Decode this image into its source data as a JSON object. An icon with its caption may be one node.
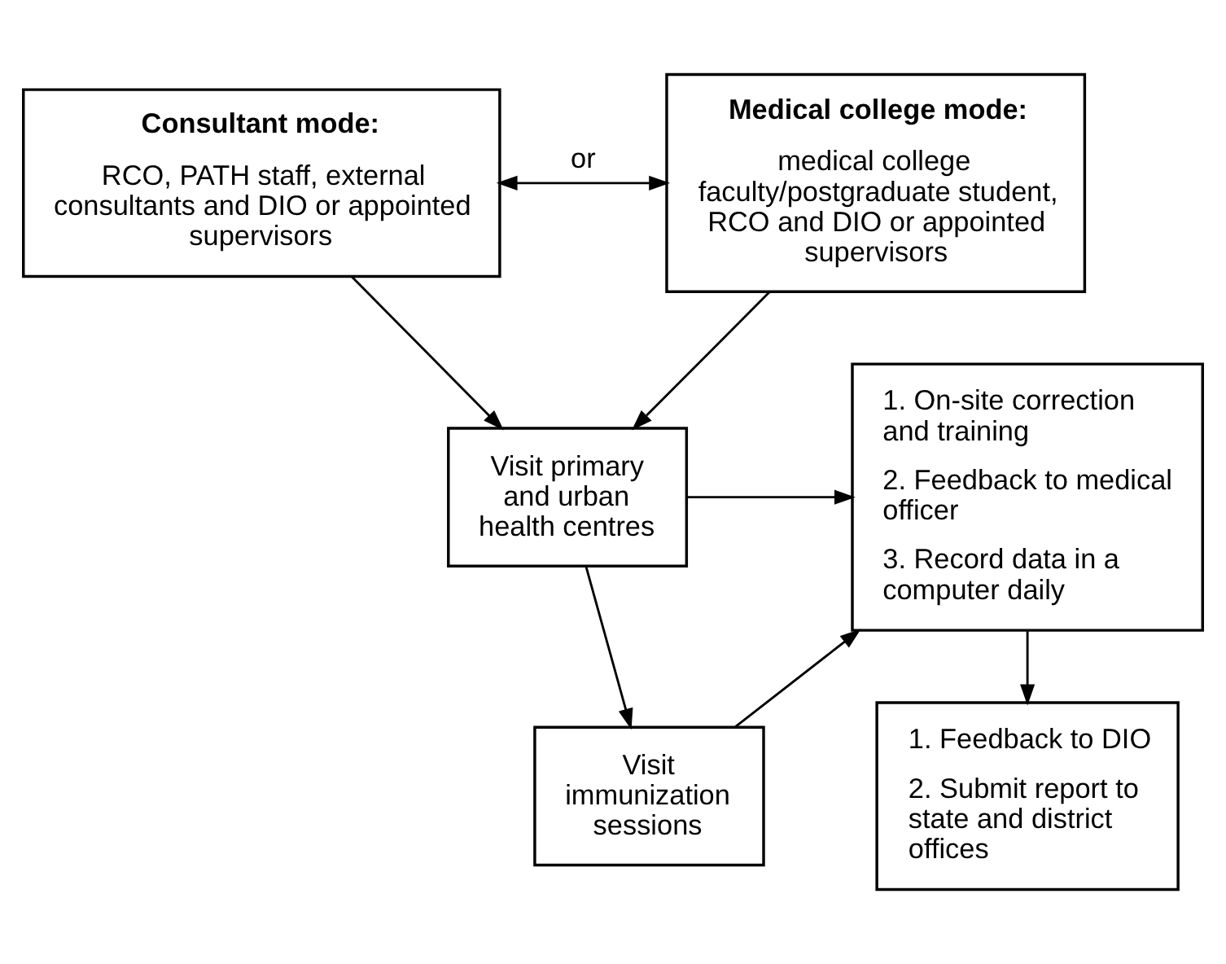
{
  "diagram": {
    "nodes": [
      {
        "text": [
          "Consultant mode:",
          "RCO, PATH staff, external consultants and DIO or appointed supervisors"
        ]
      },
      {
        "text": [
          "Medical college mode:",
          "medical college faculty/postgraduate student, RCO and DIO or appointed supervisors"
        ]
      },
      {
        "text": [
          "Visit primary and urban health centres"
        ]
      },
      {
        "text": [
          "Visit immunization sessions"
        ]
      },
      {
        "text": [
          "1. On-site correction and training",
          "2. Feedback to medical officer",
          "3. Record data in a computer daily"
        ]
      },
      {
        "text": [
          "1. Feedback to DIO",
          "2. Submit report to state and district offices"
        ]
      }
    ],
    "edges": [
      {
        "from": 0,
        "to": 1,
        "arrow": "both",
        "label": "or"
      },
      {
        "from": 0,
        "to": 2,
        "arrow": "to"
      },
      {
        "from": 1,
        "to": 2,
        "arrow": "to"
      },
      {
        "from": 2,
        "to": 4,
        "arrow": "to"
      },
      {
        "from": 2,
        "to": 3,
        "arrow": "to"
      },
      {
        "from": 3,
        "to": 4,
        "arrow": "to"
      },
      {
        "from": 4,
        "to": 5,
        "arrow": "to"
      }
    ]
  }
}
